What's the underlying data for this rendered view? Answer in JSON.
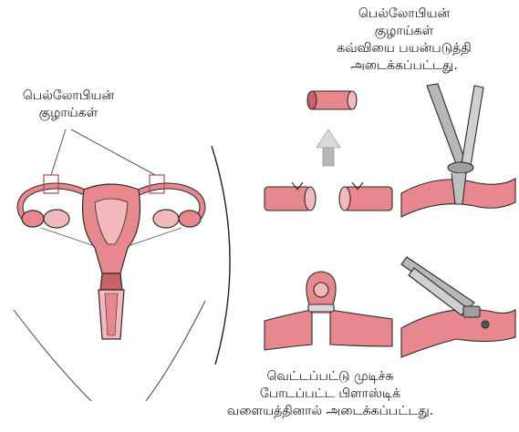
{
  "labels": {
    "top": {
      "line1": "பெல்லோபியன்",
      "line2": "குழாய்கள்",
      "line3": "கவ்வியை பயன்படுத்தி",
      "line4": "அடைக்கப்பட்டது."
    },
    "left": {
      "line1": "பெல்லோபியன்",
      "line2": "குழாய்கள்"
    },
    "bottom": {
      "line1": "வெட்டப்பட்டு முடிச்சு",
      "line2": "போடப்பட்ட பிளாஸ்டிக்",
      "line3": "வளையத்தினால் அடைக்கப்பட்டது."
    }
  },
  "colors": {
    "tissue": "#e7888f",
    "tissue_light": "#f3b8bb",
    "tissue_dark": "#c8626a",
    "outline": "#2a2a2a",
    "metal": "#b7b7b7"
  }
}
